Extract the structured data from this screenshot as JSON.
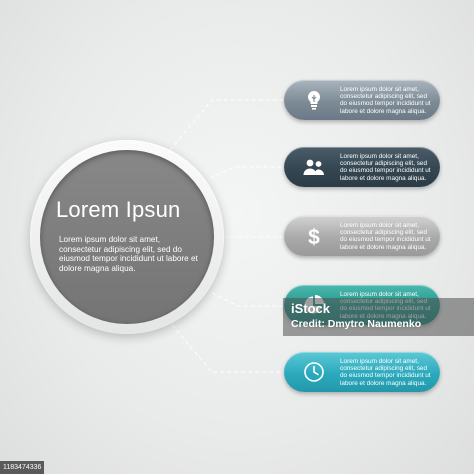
{
  "main": {
    "title": "Lorem Ipsun",
    "body": "Lorem ipsum dolor sit amet, consectetur adipiscing elit, sed do eiusmod tempor incididunt ut labore et dolore magna aliqua."
  },
  "items": [
    {
      "icon": "lightbulb-icon",
      "text": "Lorem ipsum dolor sit amet, consectetur adipiscing elit, sed do eiusmod tempor incididunt ut labore et dolore magna aliqua."
    },
    {
      "icon": "people-icon",
      "text": "Lorem ipsum dolor sit amet, consectetur adipiscing elit, sed do eiusmod tempor incididunt ut labore et dolore magna aliqua."
    },
    {
      "icon": "dollar-icon",
      "text": "Lorem ipsum dolor sit amet, consectetur adipiscing elit, sed do eiusmod tempor incididunt ut labore et dolore magna aliqua."
    },
    {
      "icon": "pie-chart-icon",
      "text": "Lorem ipsum dolor sit amet, consectetur adipiscing elit, sed do eiusmod tempor incididunt ut labore et dolore magna aliqua."
    },
    {
      "icon": "clock-icon",
      "text": "Lorem ipsum dolor sit amet, consectetur adipiscing elit, sed do eiusmod tempor incididunt ut labore et dolore magna aliqua."
    }
  ],
  "watermark": {
    "logo": "iStock",
    "credit": "Credit: Dmytro Naumenko",
    "stock_id": "1183474336"
  },
  "colors": {
    "pill_1": "#7c8b96",
    "pill_2": "#344651",
    "pill_3": "#a9a9a9",
    "pill_4": "#24968c",
    "pill_5": "#2ba9bc",
    "main_disc": "#7e7e7e"
  }
}
